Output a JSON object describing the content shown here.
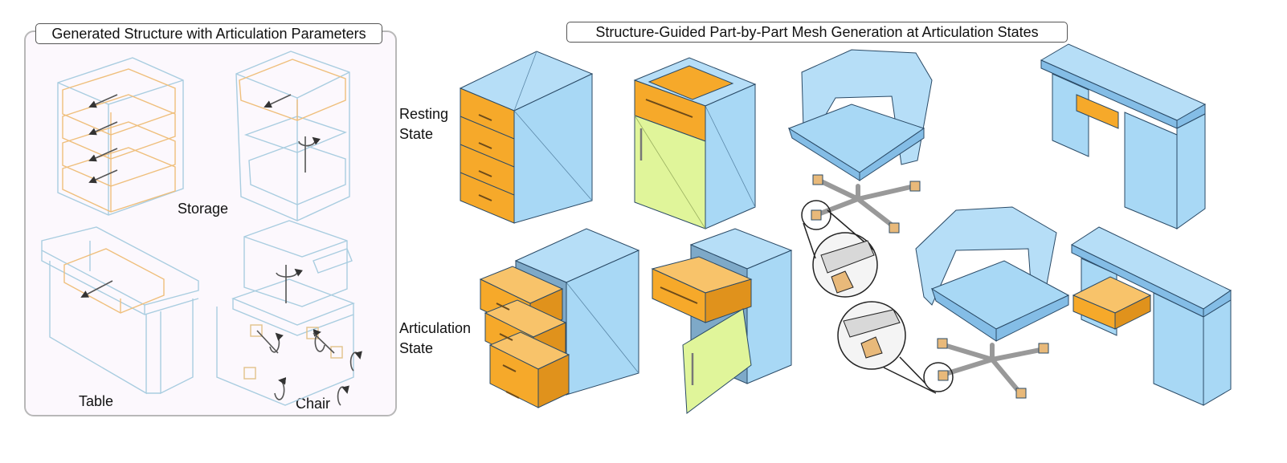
{
  "left_panel": {
    "title": "Generated Structure with Articulation Parameters",
    "labels": {
      "storage": "Storage",
      "table": "Table",
      "chair": "Chair"
    }
  },
  "right_panel": {
    "title": "Structure-Guided Part-by-Part Mesh Generation at Articulation States",
    "row_labels": {
      "resting": [
        "Resting",
        "State"
      ],
      "articulation": [
        "Articulation",
        "State"
      ]
    }
  },
  "colors": {
    "part_blue": "#a8d8f5",
    "part_blue_dark": "#84bde6",
    "drawer_orange": "#f6a92a",
    "door_green": "#e0f59a",
    "wire_blue": "#a9cde0",
    "wire_orange": "#efbf7c",
    "caster": "#e8b97a",
    "metal": "#dcdcdc"
  }
}
